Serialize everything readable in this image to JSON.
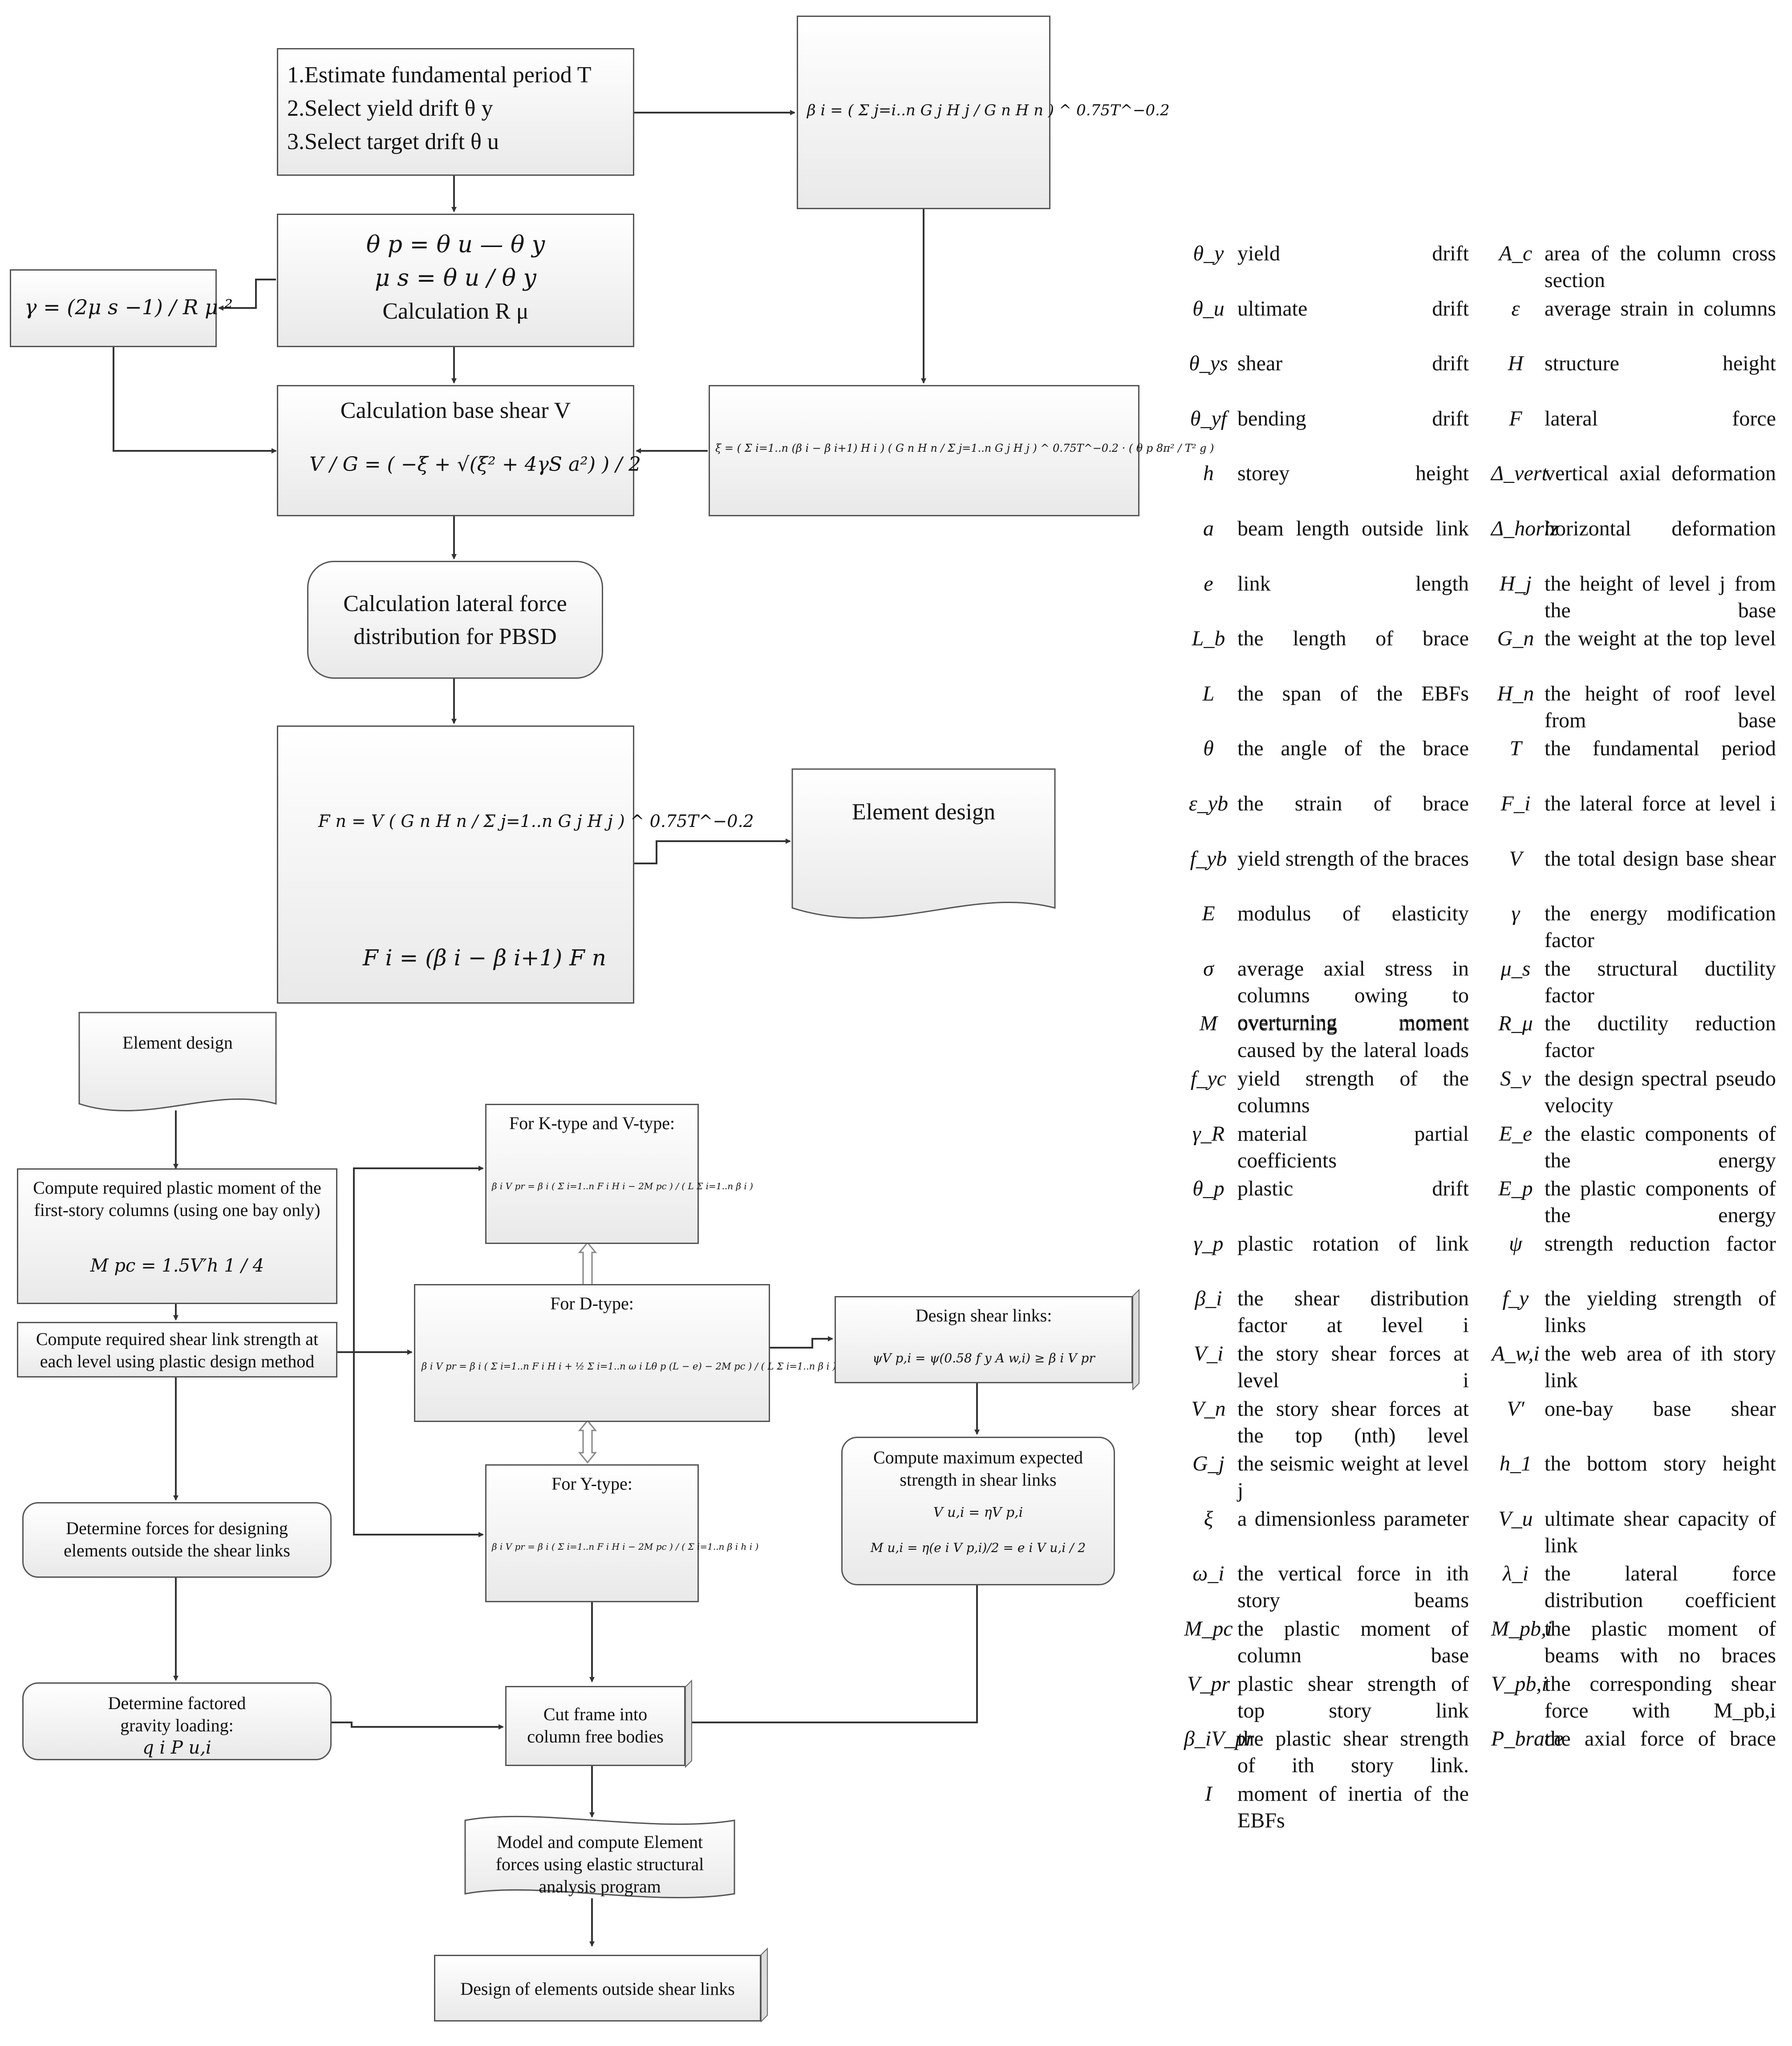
{
  "top": {
    "start_lines": [
      "1.Estimate fundamental period T",
      "2.Select yield drift  θ y",
      "3.Select target drift  θ u"
    ],
    "beta_eq": "β i = ( Σ j=i..n G j H j / G n H n ) ^ 0.75T^−0.2",
    "drift_lines": [
      "θ p = θ u — θ y",
      "μ s = θ u / θ y",
      "Calculation R μ"
    ],
    "gamma_eq": "γ = (2μ s −1) / R μ ²",
    "base_shear_title": "Calculation base shear V",
    "base_shear_eq": "V / G = ( −ξ + √(ξ² + 4γS a²) ) / 2",
    "xi_eq": "ξ = ( Σ i=1..n (β i − β i+1) H i ) ( G n H n / Σ j=1..n G j H j ) ^ 0.75T^−0.2 · ( θ p 8π² / T² g )",
    "lateral_box": [
      "Calculation lateral force",
      "distribution for PBSD"
    ],
    "fn_eq": "F n = V ( G n H n / Σ j=1..n G j H j ) ^ 0.75T^−0.2",
    "fi_eq": "F i = (β i − β i+1) F n",
    "element_design": "Element design"
  },
  "bottom": {
    "element_design": "Element design",
    "plastic_moment": [
      "Compute required plastic moment of the",
      "first-story columns (using one bay only)"
    ],
    "mpc_eq": "M pc = 1.5V′h 1 / 4",
    "shear_link": [
      "Compute required shear link strength at",
      "each level using plastic design method"
    ],
    "forces_outside": [
      "Determine forces for designing",
      "elements outside the shear links"
    ],
    "gravity": [
      "Determine factored",
      "gravity loading:"
    ],
    "gravity_sym": "q i   P u,i",
    "k_type_title": "For K-type and V-type:",
    "k_type_eq": "β i V pr = β i ( Σ i=1..n F i H i − 2M pc ) / ( L Σ i=1..n β i )",
    "d_type_title": "For D-type:",
    "d_type_eq": "β i V pr = β i ( Σ i=1..n F i H i + ½ Σ i=1..n ω i Lθ p (L − e) − 2M pc ) / ( L Σ i=1..n β i )",
    "y_type_title": "For Y-type:",
    "y_type_eq": "β i V pr = β i ( Σ i=1..n F i H i − 2M pc ) / ( Σ i=1..n β i h i )",
    "design_links_title": "Design shear links:",
    "design_links_eq": "ψV p,i = ψ(0.58 f y A w,i) ≥ β i V pr",
    "max_strength": [
      "Compute maximum expected",
      "strength in shear links"
    ],
    "vu_eq": "V u,i = ηV p,i",
    "mu_eq": "M u,i = η(e i V p,i)/2 = e i V u,i / 2",
    "cut_frame": [
      "Cut frame into",
      "column free bodies"
    ],
    "model": [
      "Model and compute Element",
      "forces using elastic structural",
      "analysis program"
    ],
    "design_outside": "Design of elements outside shear links"
  },
  "glossary": [
    {
      "sym": "θ_y",
      "desc": "yield drift"
    },
    {
      "sym": "θ_u",
      "desc": "ultimate drift"
    },
    {
      "sym": "θ_ys",
      "desc": "shear drift"
    },
    {
      "sym": "θ_yf",
      "desc": "bending drift"
    },
    {
      "sym": "h",
      "desc": "storey height"
    },
    {
      "sym": "a",
      "desc": "beam length outside link"
    },
    {
      "sym": "e",
      "desc": "link length"
    },
    {
      "sym": "L_b",
      "desc": "the length of brace"
    },
    {
      "sym": "L",
      "desc": "the span of the EBFs"
    },
    {
      "sym": "θ",
      "desc": "the angle of the brace"
    },
    {
      "sym": "ε_yb",
      "desc": "the strain of brace"
    },
    {
      "sym": "f_yb",
      "desc": "yield strength of the braces"
    },
    {
      "sym": "E",
      "desc": "modulus of elasticity"
    },
    {
      "sym": "σ",
      "desc": "average axial stress in columns owing to overturning moment"
    },
    {
      "sym": "M",
      "desc": "overturning moment caused by the lateral loads"
    },
    {
      "sym": "f_yc",
      "desc": "yield strength of the columns"
    },
    {
      "sym": "γ_R",
      "desc": "material partial coefficients"
    },
    {
      "sym": "θ_p",
      "desc": "plastic drift"
    },
    {
      "sym": "γ_p",
      "desc": "plastic rotation of link"
    },
    {
      "sym": "β_i",
      "desc": "the shear distribution factor at level i"
    },
    {
      "sym": "V_i",
      "desc": "the story shear forces at level i"
    },
    {
      "sym": "V_n",
      "desc": "the story shear forces at the top (nth) level"
    },
    {
      "sym": "G_j",
      "desc": "the seismic weight at level j"
    },
    {
      "sym": "ξ",
      "desc": "a dimensionless parameter"
    },
    {
      "sym": "ω_i",
      "desc": "the vertical force in ith story beams"
    },
    {
      "sym": "M_pc",
      "desc": "the plastic moment of column base"
    },
    {
      "sym": "V_pr",
      "desc": "plastic shear strength of top story link"
    },
    {
      "sym": "β_iV_pr",
      "desc": "the plastic shear strength of ith story link."
    },
    {
      "sym": "I",
      "desc": "moment of inertia of the EBFs"
    },
    {
      "sym": "A_c",
      "desc": "area of the column cross section"
    },
    {
      "sym": "ε",
      "desc": "average strain in columns"
    },
    {
      "sym": "H",
      "desc": "structure height"
    },
    {
      "sym": "F",
      "desc": "lateral force"
    },
    {
      "sym": "Δ_vert",
      "desc": "vertical axial deformation"
    },
    {
      "sym": "Δ_horiz",
      "desc": "horizontal deformation"
    },
    {
      "sym": "H_j",
      "desc": "the height of level j from the base"
    },
    {
      "sym": "G_n",
      "desc": "the weight at the top level"
    },
    {
      "sym": "H_n",
      "desc": "the height of roof level from base"
    },
    {
      "sym": "T",
      "desc": "the fundamental period"
    },
    {
      "sym": "F_i",
      "desc": "the lateral force at level i"
    },
    {
      "sym": "V",
      "desc": "the total design base shear"
    },
    {
      "sym": "γ",
      "desc": "the energy modification factor"
    },
    {
      "sym": "μ_s",
      "desc": "the structural ductility factor"
    },
    {
      "sym": "R_μ",
      "desc": "the ductility reduction factor"
    },
    {
      "sym": "S_v",
      "desc": "the design spectral pseudo velocity"
    },
    {
      "sym": "E_e",
      "desc": "the elastic components of the energy"
    },
    {
      "sym": "E_p",
      "desc": "the plastic components of the energy"
    },
    {
      "sym": "ψ",
      "desc": "strength reduction factor"
    },
    {
      "sym": "f_y",
      "desc": "the yielding strength of links"
    },
    {
      "sym": "A_w,i",
      "desc": "the web area of ith story link"
    },
    {
      "sym": "V′",
      "desc": "one-bay base shear"
    },
    {
      "sym": "h_1",
      "desc": "the bottom story height"
    },
    {
      "sym": "V_u",
      "desc": "ultimate shear capacity of link"
    },
    {
      "sym": "λ_i",
      "desc": "the lateral force distribution coefficient"
    },
    {
      "sym": "M_pb,i",
      "desc": "the plastic moment of beams with no braces"
    },
    {
      "sym": "V_pb,i",
      "desc": "the corresponding shear force with M_pb,i"
    },
    {
      "sym": "P_brace",
      "desc": "the axial force of brace"
    }
  ]
}
